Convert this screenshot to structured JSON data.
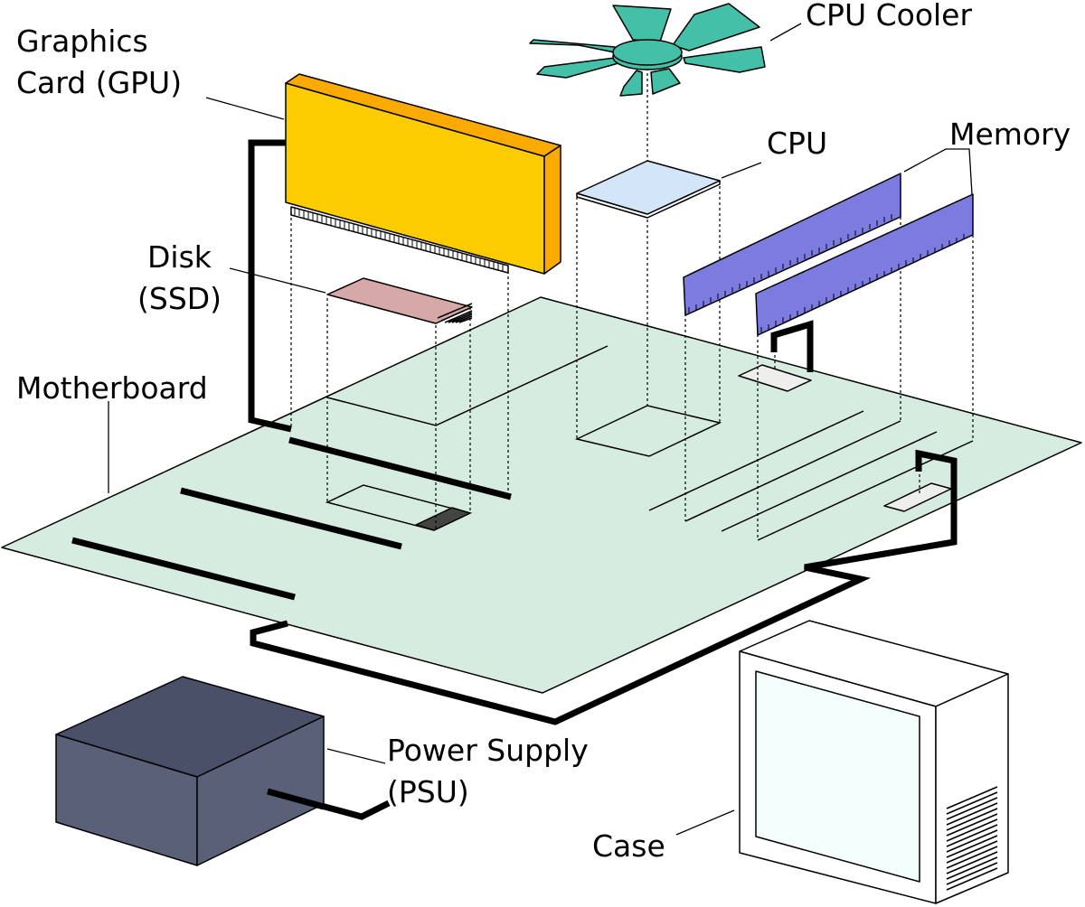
{
  "labels": {
    "gpu": [
      "Graphics",
      "Card (GPU)"
    ],
    "cpu_cooler": "CPU Cooler",
    "cpu": "CPU",
    "memory": "Memory",
    "disk": [
      "Disk",
      "(SSD)"
    ],
    "motherboard": "Motherboard",
    "psu": [
      "Power Supply",
      "(PSU)"
    ],
    "case": "Case"
  },
  "colors": {
    "motherboard": "#d6ece0",
    "gpu_front": "#fccc00",
    "gpu_side": "#fbaa00",
    "cooler": "#45c0a8",
    "cpu": "#d3e6f8",
    "memory": "#7b7be0",
    "ssd": "#d6a8a8",
    "psu_front": "#5a6078",
    "psu_top": "#4b5069",
    "case_screen": "#f4fffd"
  }
}
